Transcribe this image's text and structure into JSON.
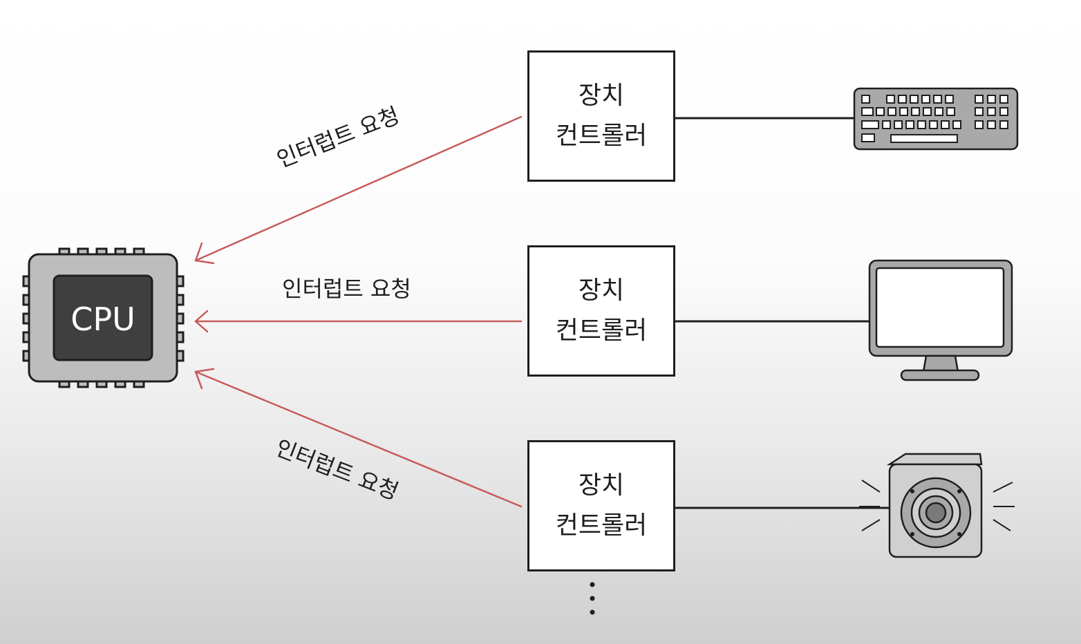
{
  "cpu": {
    "label": "CPU"
  },
  "controllers": [
    {
      "label": "장치\n컨트롤러",
      "device": "keyboard-icon"
    },
    {
      "label": "장치\n컨트롤러",
      "device": "monitor-icon"
    },
    {
      "label": "장치\n컨트롤러",
      "device": "speaker-icon"
    }
  ],
  "interrupt_requests": [
    {
      "label": "인터럽트 요청"
    },
    {
      "label": "인터럽트 요청"
    },
    {
      "label": "인터럽트 요청"
    }
  ],
  "continuation": "ellipsis-vertical-icon",
  "colors": {
    "arrow": "#c85a5a",
    "line": "#1e1e1e",
    "cpu_body": "#bdbdbd",
    "cpu_core": "#3f3f3f",
    "device_gray": "#a9a9a9"
  }
}
